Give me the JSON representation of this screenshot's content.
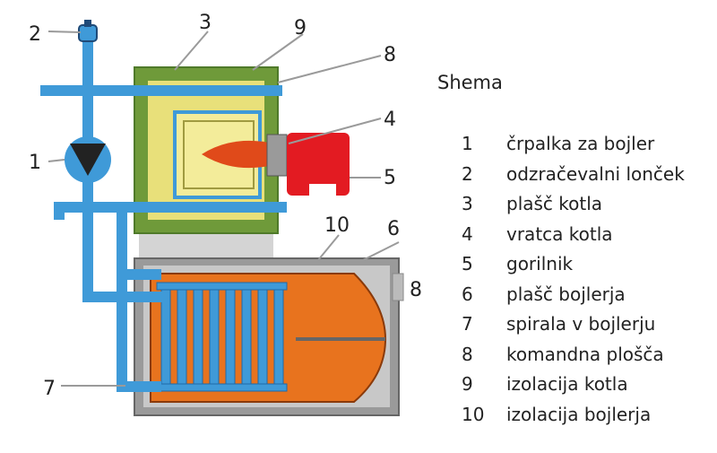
{
  "legend": {
    "title": "Shema",
    "items": [
      {
        "num": "1",
        "label": "črpalka za bojler"
      },
      {
        "num": "2",
        "label": "odzračevalni lonček"
      },
      {
        "num": "3",
        "label": "plašč kotla"
      },
      {
        "num": "4",
        "label": "vratca kotla"
      },
      {
        "num": "5",
        "label": "gorilnik"
      },
      {
        "num": "6",
        "label": "plašč bojlerja"
      },
      {
        "num": "7",
        "label": "spirala v bojlerju"
      },
      {
        "num": "8",
        "label": "komandna plošča"
      },
      {
        "num": "9",
        "label": "izolacija kotla"
      },
      {
        "num": "10",
        "label": "izolacija bojlerja"
      }
    ]
  },
  "callouts": {
    "c1": "1",
    "c2": "2",
    "c3": "3",
    "c4": "4",
    "c5": "5",
    "c6": "6",
    "c7": "7",
    "c8a": "8",
    "c8b": "8",
    "c9": "9",
    "c10": "10"
  },
  "colors": {
    "pipe": "#3f9ad8",
    "boiler_jacket": "#6f9a3a",
    "boiler_insulation": "#e8e07a",
    "boiler_base": "#d4d4d4",
    "tank_outer": "#9a9a9a",
    "tank": "#e8731e",
    "burner": "#e31b22",
    "flame": "#e04a1a",
    "pump": "#222222"
  }
}
